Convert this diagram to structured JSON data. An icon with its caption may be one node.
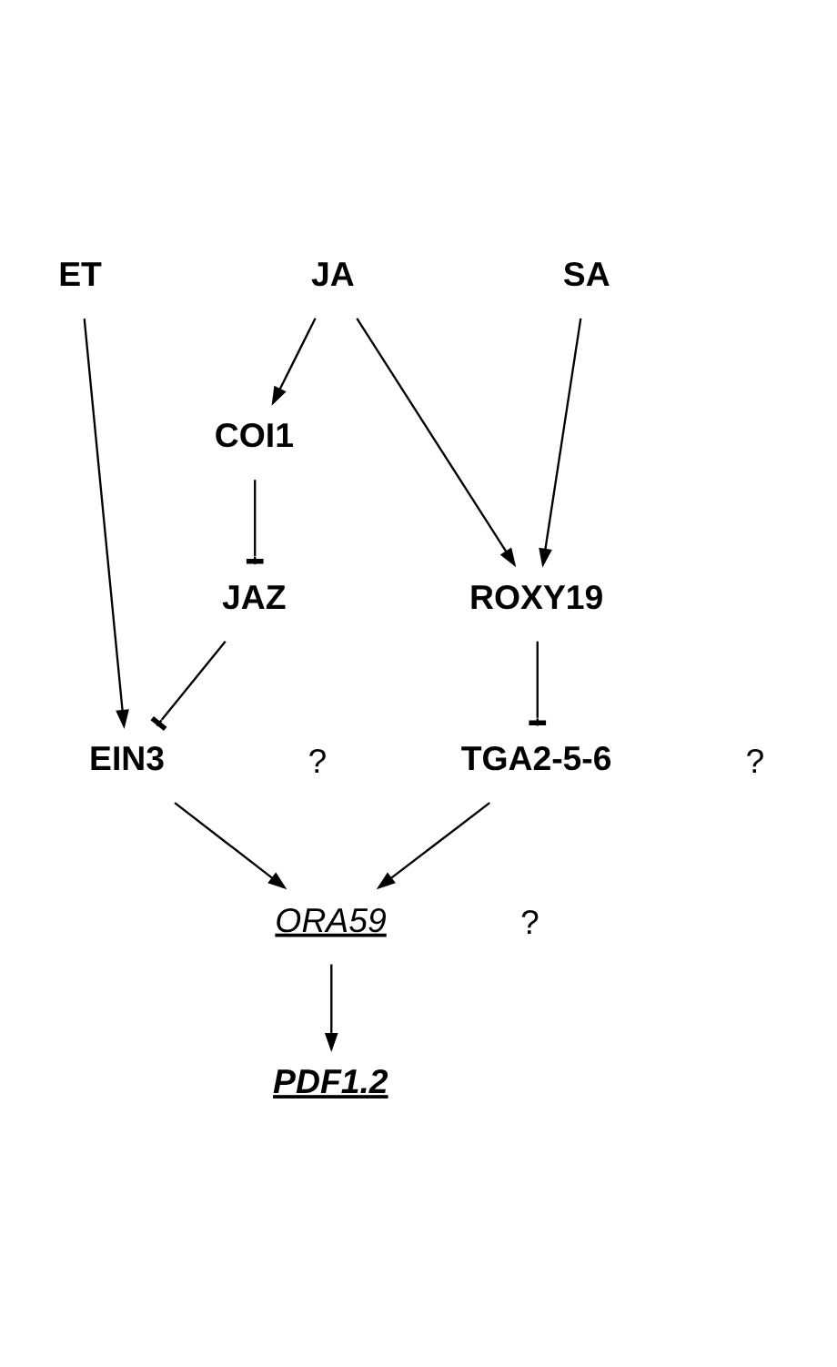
{
  "diagram": {
    "nodes": [
      {
        "text": [
          "ET"
        ]
      },
      {
        "text": [
          "JA"
        ]
      },
      {
        "text": [
          "SA"
        ]
      },
      {
        "text": [
          "COI1"
        ]
      },
      {
        "text": [
          "JAZ"
        ]
      },
      {
        "text": [
          "ROXY19"
        ]
      },
      {
        "text": [
          "EIN3"
        ]
      },
      {
        "text": [
          "TGA2-5-6"
        ]
      },
      {
        "text": [
          "ORA59"
        ]
      },
      {
        "text": [
          "PDF1.2"
        ]
      }
    ],
    "edges": [
      {
        "from": 0,
        "to": 6,
        "arrow": "to"
      },
      {
        "from": 1,
        "to": 3,
        "arrow": "to"
      },
      {
        "from": 1,
        "to": 5,
        "arrow": "to"
      },
      {
        "from": 2,
        "to": 5,
        "arrow": "to"
      },
      {
        "from": 3,
        "to": 4,
        "arrow": "other"
      },
      {
        "from": 4,
        "to": 6,
        "arrow": "other"
      },
      {
        "from": 5,
        "to": 7,
        "arrow": "other"
      },
      {
        "from": 6,
        "to": 8,
        "arrow": "to"
      },
      {
        "from": 7,
        "to": 8,
        "arrow": "to"
      },
      {
        "from": 8,
        "to": 9,
        "arrow": "to"
      }
    ],
    "labels": [
      "?",
      "?",
      "?"
    ]
  }
}
